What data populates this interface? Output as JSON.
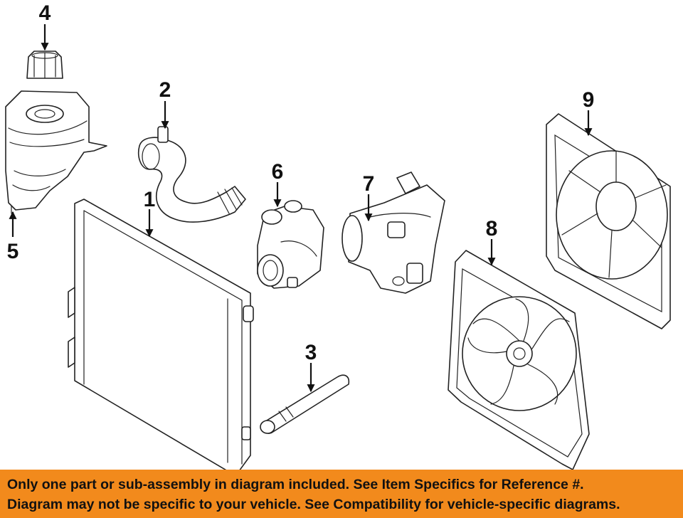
{
  "callouts": {
    "c1": "1",
    "c2": "2",
    "c3": "3",
    "c4": "4",
    "c5": "5",
    "c6": "6",
    "c7": "7",
    "c8": "8",
    "c9": "9"
  },
  "footer": {
    "line1": "Only one part or sub-assembly in diagram included. See Item Specifics for Reference #.",
    "line2": "Diagram may not be specific to your vehicle. See Compatibility for vehicle-specific diagrams."
  },
  "colors": {
    "footer_bg": "#f28a1c",
    "line_art": "#222222"
  }
}
